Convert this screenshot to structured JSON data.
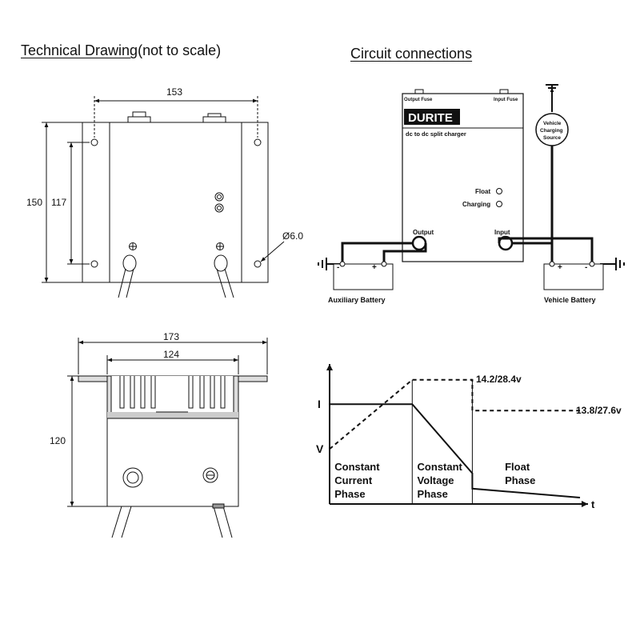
{
  "titles": {
    "technical_drawing": "Technical Drawing",
    "not_to_scale": " (not to scale)",
    "circuit": "Circuit connections"
  },
  "front_view": {
    "width_dim": "153",
    "height_dim": "150",
    "inner_height_dim": "117",
    "hole_dim": "Ø6.0"
  },
  "side_view": {
    "width_dim": "173",
    "inner_width_dim": "124",
    "height_dim": "120"
  },
  "circuit": {
    "brand": "DURITE",
    "subtitle": "dc to dc split charger",
    "output_fuse": "Output Fuse",
    "input_fuse": "Input Fuse",
    "float_label": "Float",
    "charging_label": "Charging",
    "output_label": "Output",
    "input_label": "Input",
    "aux_battery": "Auxiliary Battery",
    "vehicle_battery": "Vehicle Battery",
    "source_line1": "Vehicle",
    "source_line2": "Charging",
    "source_line3": "Source",
    "minus": "-",
    "plus": "+"
  },
  "chart_data": {
    "type": "line",
    "title": "",
    "xlabel": "t",
    "ylabel": "",
    "y_markers": [
      "I",
      "V"
    ],
    "annotations": [
      "14.2/28.4v",
      "13.8/27.6v"
    ],
    "phases": [
      {
        "line1": "Constant",
        "line2": "Current",
        "line3": "Phase"
      },
      {
        "line1": "Constant",
        "line2": "Voltage",
        "line3": "Phase"
      },
      {
        "line1": "Float",
        "line2": "Phase",
        "line3": ""
      }
    ],
    "series": [
      {
        "name": "current",
        "style": "solid",
        "points": [
          [
            0,
            0.78
          ],
          [
            0.33,
            0.78
          ],
          [
            0.57,
            0.24
          ],
          [
            0.57,
            0.12
          ],
          [
            1.0,
            0.05
          ]
        ]
      },
      {
        "name": "voltage",
        "style": "dashed",
        "points": [
          [
            0,
            0.43
          ],
          [
            0.33,
            0.97
          ],
          [
            0.57,
            0.97
          ],
          [
            0.57,
            0.73
          ],
          [
            1.0,
            0.73
          ]
        ]
      }
    ]
  }
}
